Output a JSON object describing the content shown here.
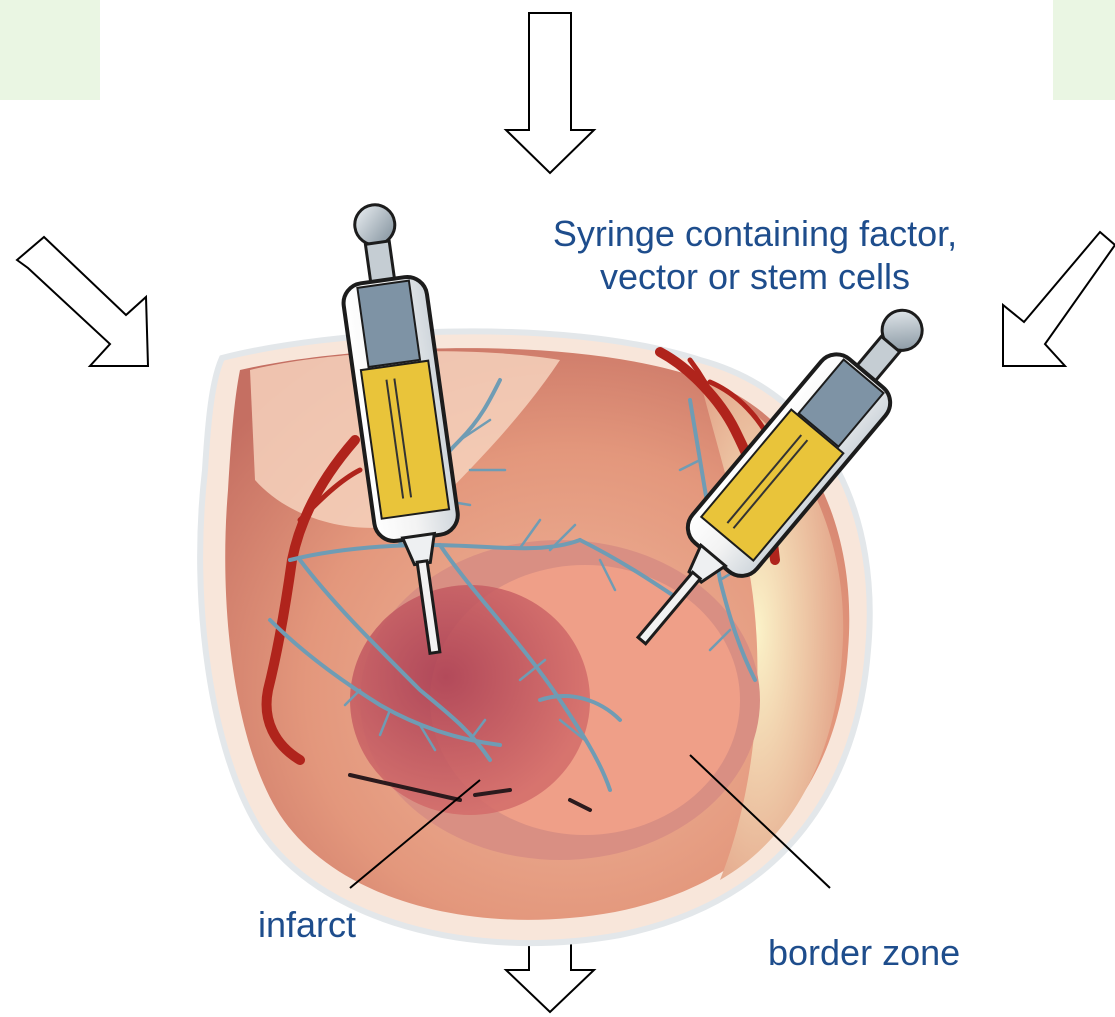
{
  "labels": {
    "syringe_caption_line1": "Syringe containing factor,",
    "syringe_caption_line2": "vector or stem cells",
    "infarct": "infarct",
    "border_zone": "border zone"
  },
  "colors": {
    "label_text": "#1e4d8c",
    "panel_background": "#eaf6e3",
    "heart_base": "#e8a082",
    "infarct": "#9c3a4a",
    "border_zone": "#e48b78",
    "artery": "#b0241c",
    "vein": "#6f9cb4",
    "syringe_fluid": "#e9c43a"
  },
  "icons": [
    "arrow-down-icon",
    "arrow-down-right-icon",
    "arrow-down-left-icon",
    "syringe-icon",
    "heart-illustration"
  ]
}
